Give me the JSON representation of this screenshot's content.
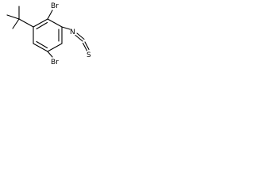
{
  "molecule": {
    "atoms": {
      "br_top": "Br",
      "br_bottom": "Br",
      "nitrogen": "N",
      "carbon": "C",
      "sulfur": "S"
    }
  },
  "colors": {
    "bond": "#000000",
    "label": "#000000",
    "background": "#ffffff"
  }
}
